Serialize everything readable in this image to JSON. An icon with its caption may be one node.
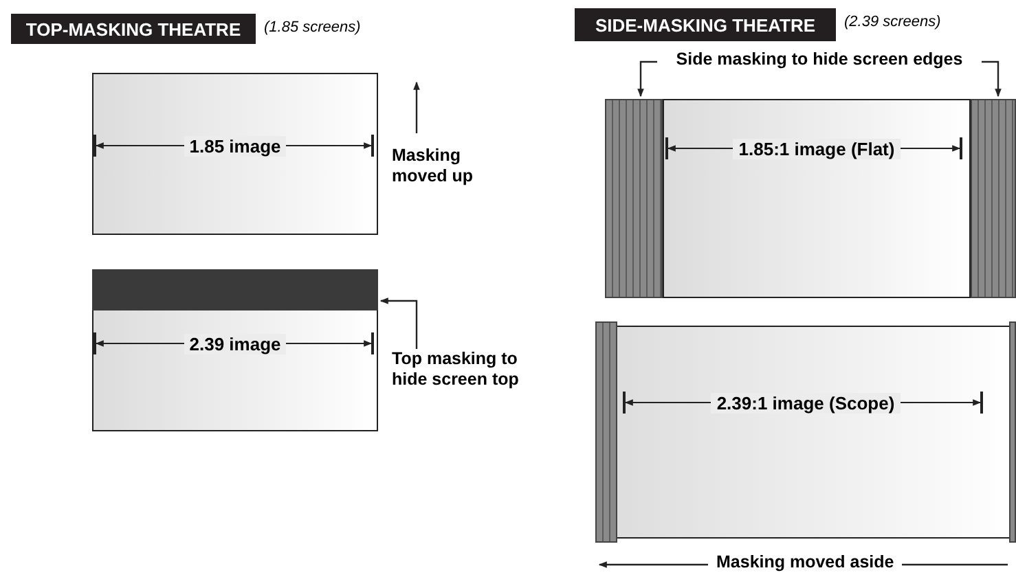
{
  "diagram": {
    "nodes": [
      {
        "text": [
          "TOP-MASKING THEATRE"
        ],
        "beside": [
          "(1.85 screens)"
        ]
      },
      {
        "text": [
          "1.85 image"
        ]
      },
      {
        "text": [
          "2.39 image"
        ]
      },
      {
        "text": [],
        "shape": "bar",
        "in": 2
      },
      {
        "text": [
          "Top masking to hide screen top"
        ]
      },
      {
        "text": [
          "SIDE-MASKING THEATRE"
        ],
        "beside": [
          "(2.39 screens)"
        ]
      },
      {
        "text": [
          "Side masking to hide screen edges"
        ]
      },
      {
        "text": [],
        "shape": "bar"
      },
      {
        "text": [
          "1.85:1 image (Flat)"
        ]
      },
      {
        "text": [],
        "shape": "bar"
      },
      {
        "text": [
          "2.39:1 image (Scope)"
        ]
      },
      {
        "text": [],
        "shape": "bar",
        "in": 10
      },
      {
        "text": [],
        "shape": "bar",
        "in": 10
      }
    ],
    "edges": [
      {
        "from": 4,
        "to": 3,
        "arrow": "to"
      },
      {
        "from": 6,
        "to": 7,
        "arrow": "to"
      },
      {
        "from": 6,
        "to": 9,
        "arrow": "to"
      }
    ],
    "labels": [
      "Masking moved up",
      "Masking moved aside"
    ]
  }
}
